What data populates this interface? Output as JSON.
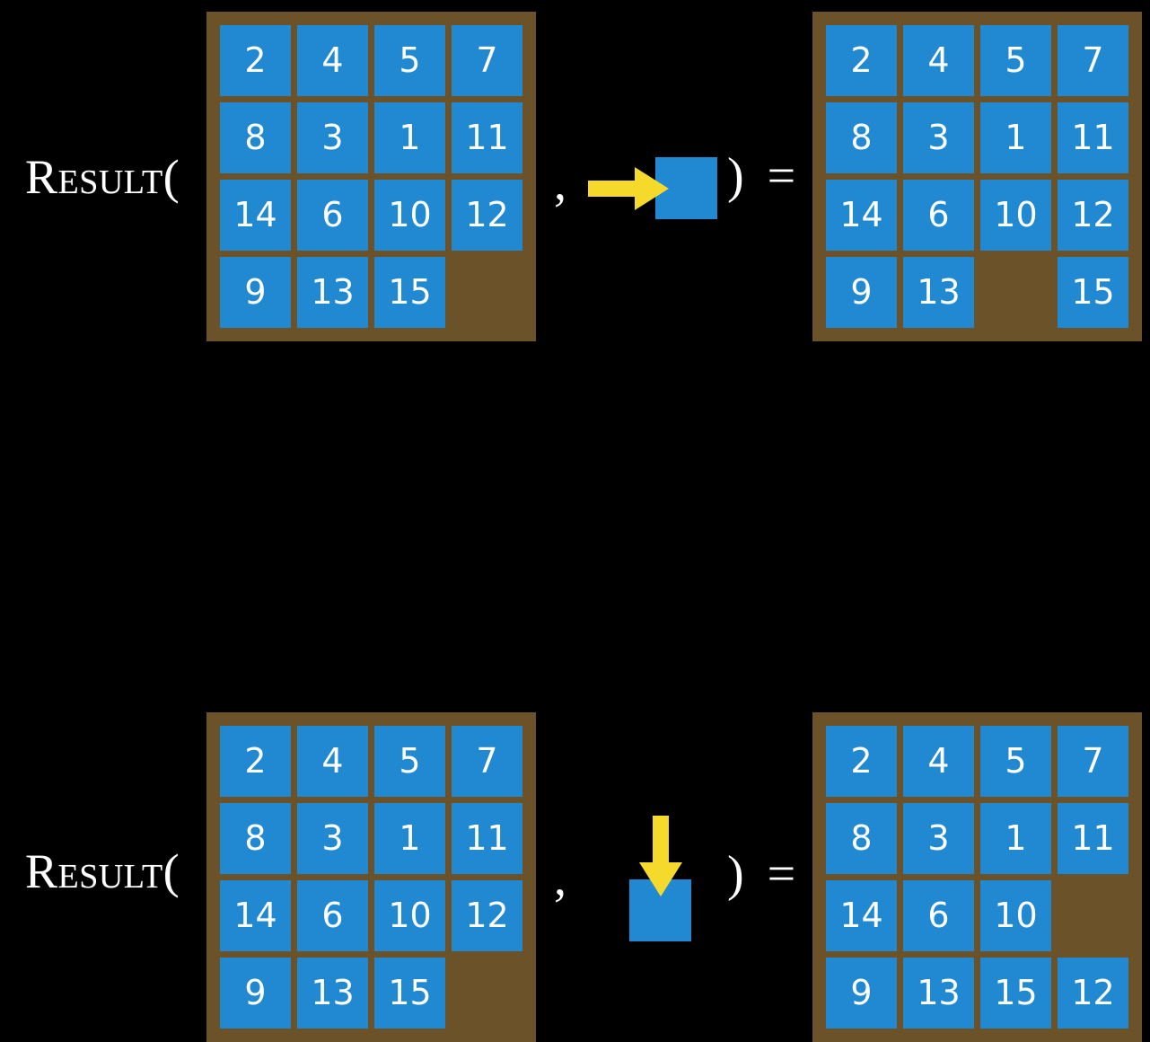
{
  "meta": {
    "background_color": "#000000",
    "board_frame_color": "#6b5228",
    "tile_color": "#2189d1",
    "tile_text_color": "#ffffff",
    "arrow_color": "#f5d92b",
    "label_text_color": "#ffffff"
  },
  "rows": [
    {
      "label": "Result(",
      "comma": ",",
      "closing": ") =",
      "action": {
        "arrow_icon": "arrow-right-icon",
        "direction": "right",
        "tile_label": ""
      },
      "input_board": {
        "rows": [
          [
            "2",
            "4",
            "5",
            "7"
          ],
          [
            "8",
            "3",
            "1",
            "11"
          ],
          [
            "14",
            "6",
            "10",
            "12"
          ],
          [
            "9",
            "13",
            "15",
            ""
          ]
        ]
      },
      "output_board": {
        "rows": [
          [
            "2",
            "4",
            "5",
            "7"
          ],
          [
            "8",
            "3",
            "1",
            "11"
          ],
          [
            "14",
            "6",
            "10",
            "12"
          ],
          [
            "9",
            "13",
            "",
            "15"
          ]
        ]
      }
    },
    {
      "label": "Result(",
      "comma": ",",
      "closing": ") =",
      "action": {
        "arrow_icon": "arrow-down-icon",
        "direction": "down",
        "tile_label": ""
      },
      "input_board": {
        "rows": [
          [
            "2",
            "4",
            "5",
            "7"
          ],
          [
            "8",
            "3",
            "1",
            "11"
          ],
          [
            "14",
            "6",
            "10",
            "12"
          ],
          [
            "9",
            "13",
            "15",
            ""
          ]
        ]
      },
      "output_board": {
        "rows": [
          [
            "2",
            "4",
            "5",
            "7"
          ],
          [
            "8",
            "3",
            "1",
            "11"
          ],
          [
            "14",
            "6",
            "10",
            ""
          ],
          [
            "9",
            "13",
            "15",
            "12"
          ]
        ]
      }
    }
  ]
}
